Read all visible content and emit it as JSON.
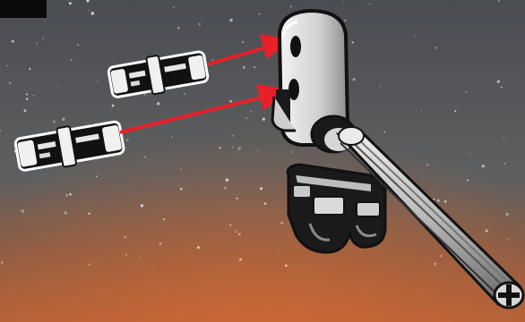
{
  "scene": {
    "parts": [
      {
        "id": "pin-upper",
        "icon": "technic-pin-icon"
      },
      {
        "id": "pin-lower",
        "icon": "technic-pin-icon"
      },
      {
        "id": "liftarm",
        "icon": "technic-beam-icon"
      },
      {
        "id": "connector",
        "icon": "technic-cross-block-icon"
      },
      {
        "id": "axle",
        "icon": "technic-axle-icon"
      }
    ],
    "arrow_count": 2,
    "colors": {
      "arrow": "#e8202a",
      "sky_top": "#4a4d52",
      "sky_mid": "#5e5f60",
      "sky_bottom": "#b0603a",
      "part_light": "#f2f2f2",
      "part_mid": "#bdbdbd",
      "part_dark": "#1a1a1a"
    }
  }
}
